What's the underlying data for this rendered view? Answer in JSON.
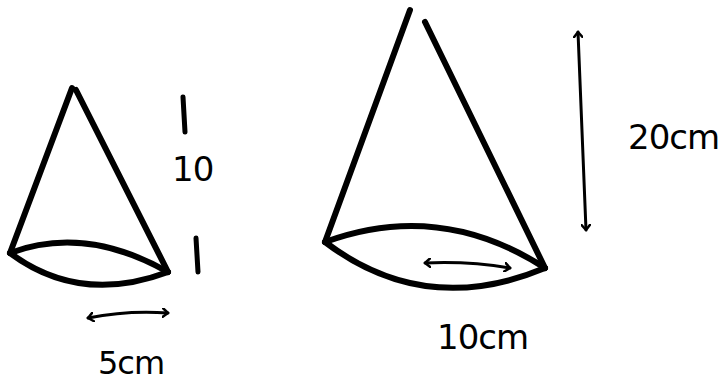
{
  "diagram": {
    "labels": [
      "10",
      "5cm",
      "20cm",
      "10cm"
    ]
  }
}
